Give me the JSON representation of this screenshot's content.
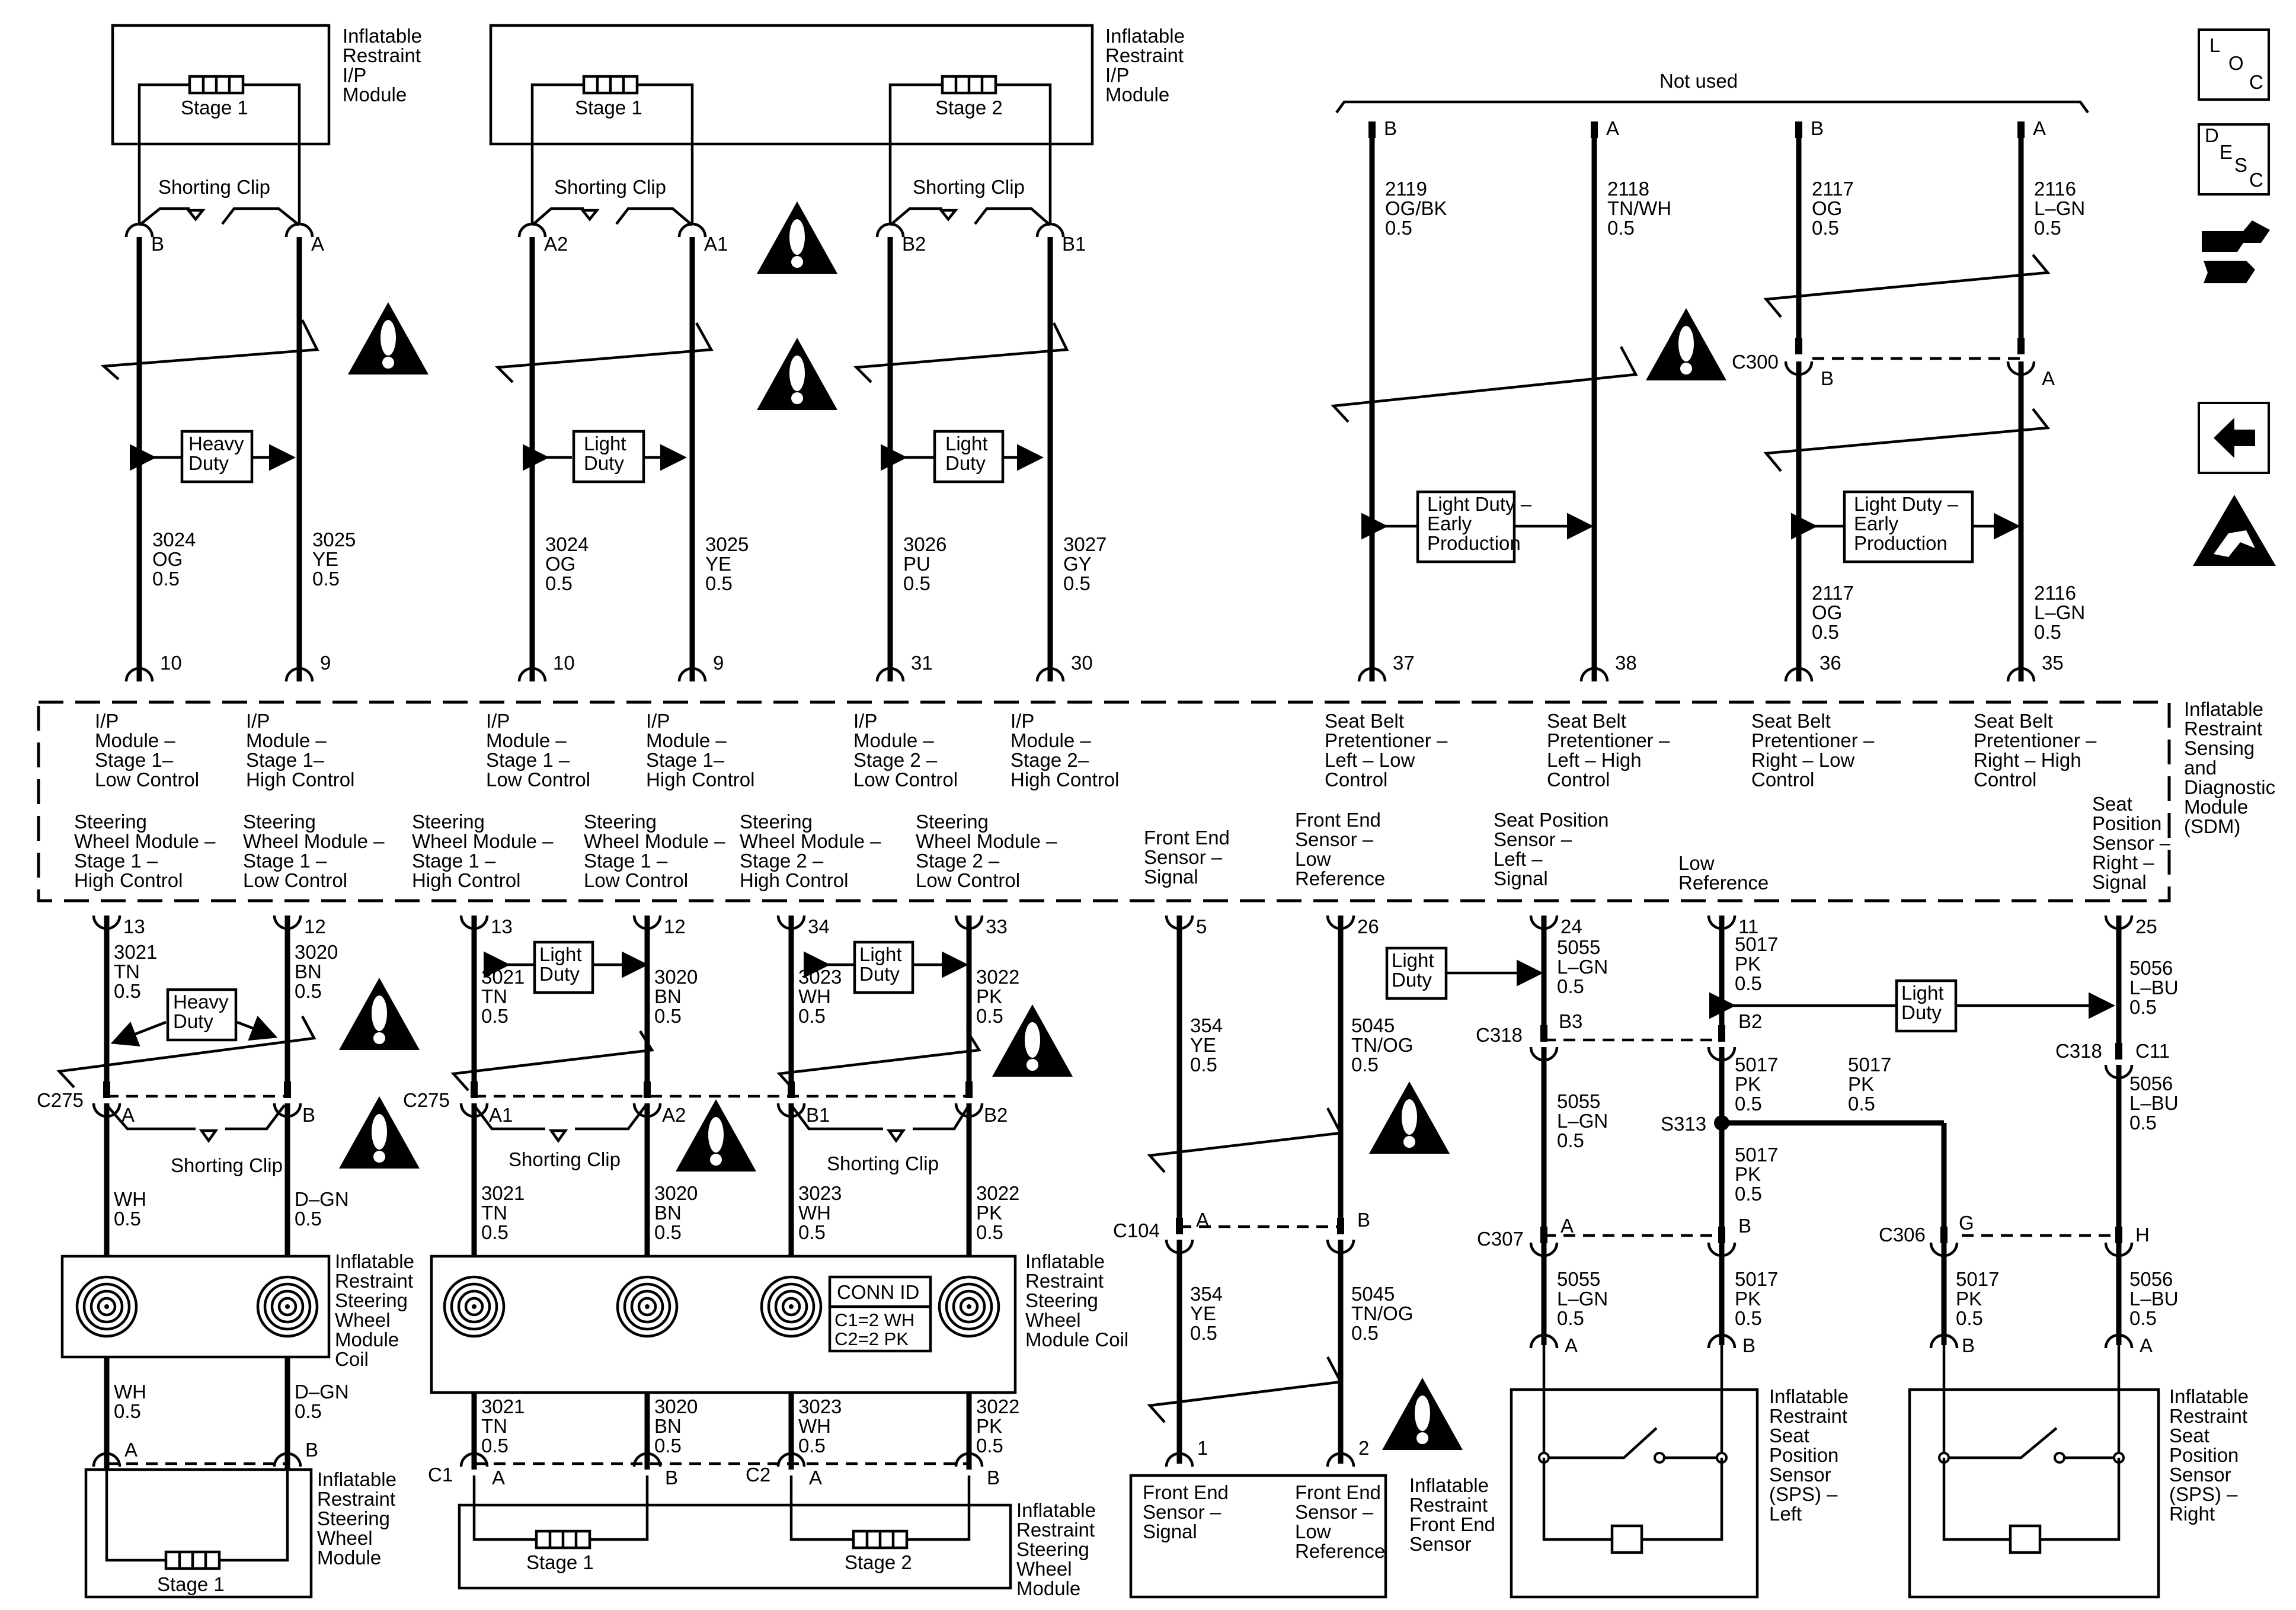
{
  "modules": {
    "ip_left": "Inflatable\nRestraint\nI/P\nModule",
    "ip_right": "Inflatable\nRestraint\nI/P\nModule",
    "sdm": "Inflatable\nRestraint\nSensing\nand\nDiagnostic\nModule\n(SDM)",
    "coil_left": "Inflatable\nRestraint\nSteering\nWheel\nModule\nCoil",
    "coil_right": "Inflatable\nRestraint\nSteering\nWheel\nModule Coil",
    "sw_left": "Inflatable\nRestraint\nSteering\nWheel\nModule",
    "sw_right": "Inflatable\nRestraint\nSteering\nWheel\nModule",
    "front_end": "Inflatable\nRestraint\nFront End\nSensor",
    "sps_left": "Inflatable\nRestraint\nSeat\nPosition\nSensor\n(SPS) –\nLeft",
    "sps_right": "Inflatable\nRestraint\nSeat\nPosition\nSensor\n(SPS) –\nRight"
  },
  "stages": {
    "stage1": "Stage 1",
    "stage2": "Stage 2"
  },
  "shorting_clip": "Shorting Clip",
  "not_used": "Not used",
  "duty": {
    "heavy": "Heavy\nDuty",
    "light": "Light\nDuty",
    "light_early": "Light Duty –\nEarly\nProduction"
  },
  "conn_id": {
    "title": "CONN ID",
    "line1": "C1=2 WH",
    "line2": "C2=2 PK"
  },
  "upper_wires": [
    {
      "circuit": "3024\nOG\n0.5",
      "top_pin": "B",
      "sdm_pin": "10",
      "func": "I/P\nModule –\nStage 1–\nLow Control"
    },
    {
      "circuit": "3025\nYE\n0.5",
      "top_pin": "A",
      "sdm_pin": "9",
      "func": "I/P\nModule –\nStage 1–\nHigh Control"
    },
    {
      "circuit": "3024\nOG\n0.5",
      "top_pin": "A2",
      "sdm_pin": "10",
      "func": "I/P\nModule –\nStage 1 –\nLow Control"
    },
    {
      "circuit": "3025\nYE\n0.5",
      "top_pin": "A1",
      "sdm_pin": "9",
      "func": "I/P\nModule –\nStage 1–\nHigh Control"
    },
    {
      "circuit": "3026\nPU\n0.5",
      "top_pin": "B2",
      "sdm_pin": "31",
      "func": "I/P\nModule –\nStage 2 –\nLow Control"
    },
    {
      "circuit": "3027\nGY\n0.5",
      "top_pin": "B1",
      "sdm_pin": "30",
      "func": "I/P\nModule –\nStage 2–\nHigh Control"
    },
    {
      "circuit": "2119\nOG/BK\n0.5",
      "top_pin": "B",
      "sdm_pin": "37",
      "func": "Seat Belt\nPretentioner –\nLeft – Low\nControl"
    },
    {
      "circuit": "2118\nTN/WH\n0.5",
      "top_pin": "A",
      "sdm_pin": "38",
      "func": "Seat Belt\nPretentioner –\nLeft – High\nControl"
    },
    {
      "circuit": "2117\nOG\n0.5",
      "circuit_lower": "2117\nOG\n0.5",
      "top_pin": "B",
      "sdm_pin": "36",
      "func": "Seat Belt\nPretentioner –\nRight – Low\nControl"
    },
    {
      "circuit": "2116\nL–GN\n0.5",
      "circuit_lower": "2116\nL–GN\n0.5",
      "top_pin": "A",
      "sdm_pin": "35",
      "func": "Seat Belt\nPretentioner –\nRight – High\nControl"
    }
  ],
  "c300": {
    "name": "C300",
    "pin_b": "B",
    "pin_a": "A"
  },
  "lower_wires": [
    {
      "func": "Steering\nWheel Module –\nStage 1 –\nHigh Control",
      "sdm_pin": "13",
      "circuit": "3021\nTN\n0.5",
      "c275_pin": "A",
      "below_c275": "WH\n0.5",
      "below_coil": "WH\n0.5",
      "module_pin": "A"
    },
    {
      "func": "Steering\nWheel Module –\nStage 1 –\nLow Control",
      "sdm_pin": "12",
      "circuit": "3020\nBN\n0.5",
      "c275_pin": "B",
      "below_c275": "D–GN\n0.5",
      "below_coil": "D–GN\n0.5",
      "module_pin": "B"
    },
    {
      "func": "Steering\nWheel Module –\nStage 1 –\nHigh Control",
      "sdm_pin": "13",
      "circuit": "3021\nTN\n0.5",
      "c275_pin": "A1",
      "below_c275": "3021\nTN\n0.5",
      "below_coil": "3021\nTN\n0.5",
      "module_pin": "A"
    },
    {
      "func": "Steering\nWheel Module –\nStage 1 –\nLow Control",
      "sdm_pin": "12",
      "circuit": "3020\nBN\n0.5",
      "c275_pin": "A2",
      "below_c275": "3020\nBN\n0.5",
      "below_coil": "3020\nBN\n0.5",
      "module_pin": "B"
    },
    {
      "func": "Steering\nWheel Module –\nStage 2 –\nHigh Control",
      "sdm_pin": "34",
      "circuit": "3023\nWH\n0.5",
      "c275_pin": "B1",
      "below_c275": "3023\nWH\n0.5",
      "below_coil": "3023\nWH\n0.5",
      "module_pin": "A"
    },
    {
      "func": "Steering\nWheel Module –\nStage 2 –\nLow Control",
      "sdm_pin": "33",
      "circuit": "3022\nPK\n0.5",
      "c275_pin": "B2",
      "below_c275": "3022\nPK\n0.5",
      "below_coil": "3022\nPK\n0.5",
      "module_pin": "B"
    }
  ],
  "c275": "C275",
  "c1": "C1",
  "c2": "C2",
  "front_end": {
    "signal": {
      "func": "Front End\nSensor –\nSignal",
      "sdm_pin": "5",
      "circuit": "354\nYE\n0.5",
      "c104_pin": "A",
      "circuit_lower": "354\nYE\n0.5",
      "sensor_pin": "1",
      "sensor_func": "Front End\nSensor –\nSignal"
    },
    "lowref": {
      "func": "Front End\nSensor –\nLow\nReference",
      "sdm_pin": "26",
      "circuit": "5045\nTN/OG\n0.5",
      "c104_pin": "B",
      "circuit_lower": "5045\nTN/OG\n0.5",
      "sensor_pin": "2",
      "sensor_func": "Front End\nSensor –\nLow\nReference"
    },
    "c104": "C104"
  },
  "seat_position": {
    "left_signal": {
      "func": "Seat Position\nSensor –\nLeft –\nSignal",
      "sdm_pin": "24",
      "circuit": "5055\nL–GN\n0.5",
      "c318_pin": "B3",
      "c318_below": "5055\nL–GN\n0.5",
      "c307_pin": "A",
      "c307_below": "5055\nL–GN\n0.5",
      "sensor_pin": "A"
    },
    "low_ref": {
      "func": "Low\nReference",
      "sdm_pin": "11",
      "circuit": "5017\nPK\n0.5",
      "c318_pin": "B2",
      "c318_below": "5017\nPK\n0.5",
      "splice_below": "5017\nPK\n0.5",
      "c307_pin": "B",
      "c307_below": "5017\nPK\n0.5",
      "sensor_pin": "B"
    },
    "branch": {
      "circuit": "5017\nPK\n0.5",
      "c306_pin": "G",
      "c306_below": "5017\nPK\n0.5",
      "sensor_pin": "B"
    },
    "right_signal": {
      "func": "Seat\nPosition\nSensor –\nRight –\nSignal",
      "sdm_pin": "25",
      "circuit": "5056\nL–BU\n0.5",
      "c318_pin": "C11",
      "c318_below": "5056\nL–BU\n0.5",
      "c306_pin": "H",
      "c306_below": "5056\nL–BU\n0.5",
      "sensor_pin": "A"
    },
    "c318": "C318",
    "c318b": "C318",
    "s313": "S313",
    "c307": "C307",
    "c306": "C306"
  },
  "side_icons": [
    {
      "name": "loc-icon",
      "text": "LOC"
    },
    {
      "name": "desc-icon",
      "text": "DESC"
    },
    {
      "name": "connector-tool-icon",
      "text": ""
    },
    {
      "name": "back-arrow-icon",
      "text": ""
    },
    {
      "name": "esd-warning-icon",
      "text": ""
    }
  ]
}
